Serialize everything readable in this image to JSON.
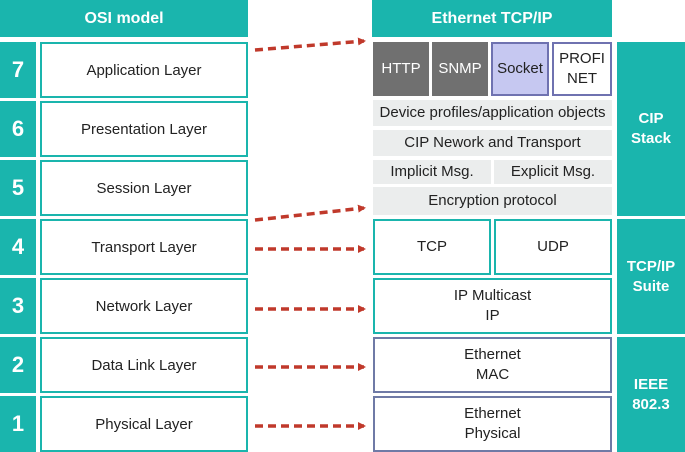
{
  "osi": {
    "title": "OSI model",
    "layers": [
      {
        "num": "7",
        "name": "Application Layer"
      },
      {
        "num": "6",
        "name": "Presentation Layer"
      },
      {
        "num": "5",
        "name": "Session Layer"
      },
      {
        "num": "4",
        "name": "Transport Layer"
      },
      {
        "num": "3",
        "name": "Network Layer"
      },
      {
        "num": "2",
        "name": "Data Link Layer"
      },
      {
        "num": "1",
        "name": "Physical Layer"
      }
    ]
  },
  "ethernet": {
    "title": "Ethernet TCP/IP",
    "app": {
      "http": "HTTP",
      "snmp": "SNMP",
      "socket": "Socket",
      "profinet_1": "PROFI",
      "profinet_2": "NET"
    },
    "device_profiles": "Device profiles/application objects",
    "cip_network": "CIP Nework and Transport",
    "implicit": "Implicit Msg.",
    "explicit": "Explicit Msg.",
    "encryption": "Encryption protocol",
    "tcp": "TCP",
    "udp": "UDP",
    "ip_1": "IP Multicast",
    "ip_2": "IP",
    "eth_mac_1": "Ethernet",
    "eth_mac_2": "MAC",
    "eth_phy_1": "Ethernet",
    "eth_phy_2": "Physical"
  },
  "side": {
    "cip_1": "CIP",
    "cip_2": "Stack",
    "tcpip_1": "TCP/IP",
    "tcpip_2": "Suite",
    "ieee_1": "IEEE",
    "ieee_2": "802.3"
  },
  "colors": {
    "teal": "#1ab5ad",
    "arrow": "#c0392b",
    "gray": "#707070",
    "light": "#ebeded",
    "lavender": "#c6c8f1",
    "purple_border": "#6f72b0"
  }
}
